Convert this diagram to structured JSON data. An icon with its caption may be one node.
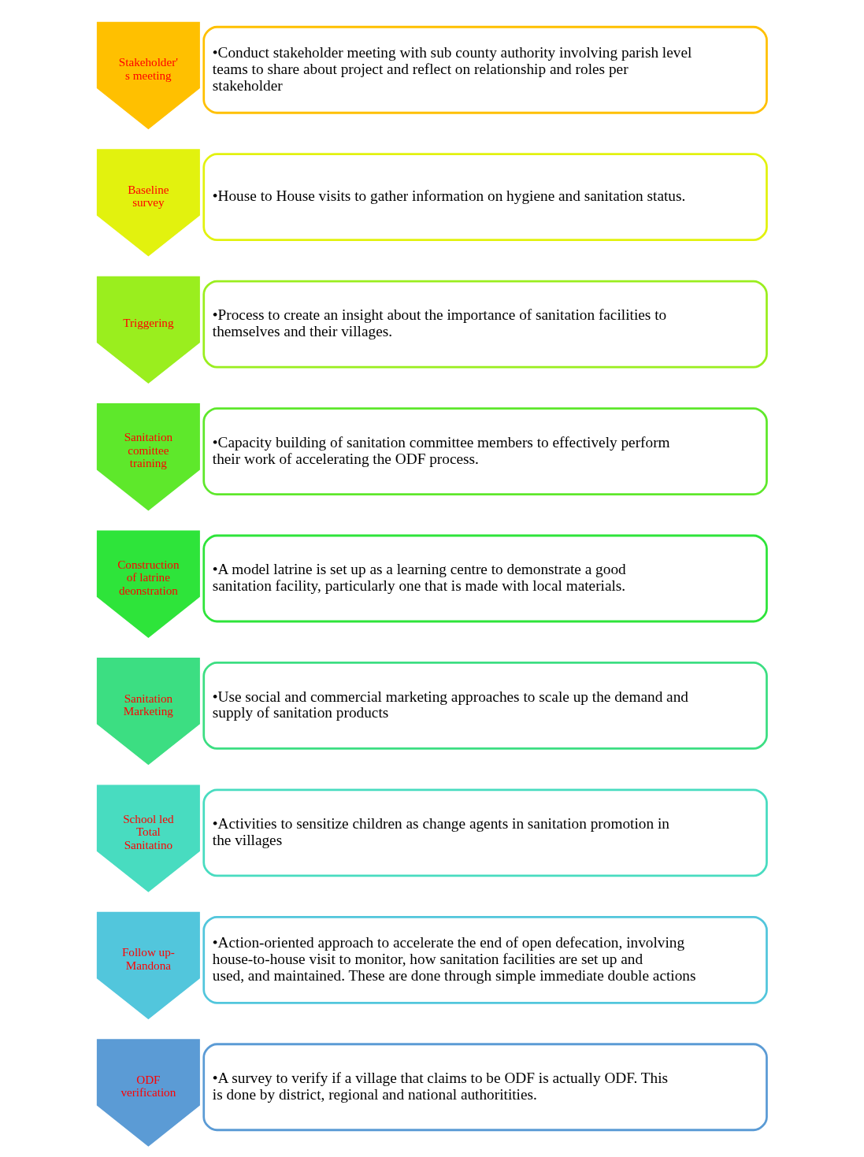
{
  "diagram": {
    "nodes": [
      {
        "text": [
          "Stakeholder's meeting"
        ]
      },
      {
        "text": [
          "•Conduct stakeholder meeting with sub county authority involving parish level teams to share about project and reflect on relationship and roles per stakeholder"
        ]
      },
      {
        "text": [
          "Baseline survey"
        ]
      },
      {
        "text": [
          "•House to House visits to gather information on hygiene and sanitation status."
        ]
      },
      {
        "text": [
          "Triggering"
        ]
      },
      {
        "text": [
          "•Process to create an insight about the importance of sanitation facilities to themselves and their villages."
        ]
      },
      {
        "text": [
          "Sanitation comittee training"
        ]
      },
      {
        "text": [
          "•Capacity building of sanitation committee members to effectively perform their work of accelerating the ODF process."
        ]
      },
      {
        "text": [
          "Construction of latrine deonstration"
        ]
      },
      {
        "text": [
          "•A model latrine is set up as a learning centre to demonstrate a good sanitation facility, particularly one that is made with local materials."
        ]
      },
      {
        "text": [
          "Sanitation Marketing"
        ]
      },
      {
        "text": [
          "•Use social and commercial marketing approaches to scale up the demand and supply of sanitation products"
        ]
      },
      {
        "text": [
          "School led Total Sanitatino"
        ]
      },
      {
        "text": [
          "•Activities to sensitize children as change agents in sanitation promotion in the villages"
        ]
      },
      {
        "text": [
          "Follow up-Mandona"
        ]
      },
      {
        "text": [
          "•Action-oriented approach to accelerate the end of open defecation, involving house-to-house visit to monitor, how sanitation facilities are set up and used, and maintained. These are done through simple immediate double actions"
        ]
      },
      {
        "text": [
          "ODF verification"
        ]
      },
      {
        "text": [
          "•A survey to verify if a village that claims to be ODF is actually ODF. This is done by district, regional and national authoritities."
        ]
      }
    ]
  }
}
